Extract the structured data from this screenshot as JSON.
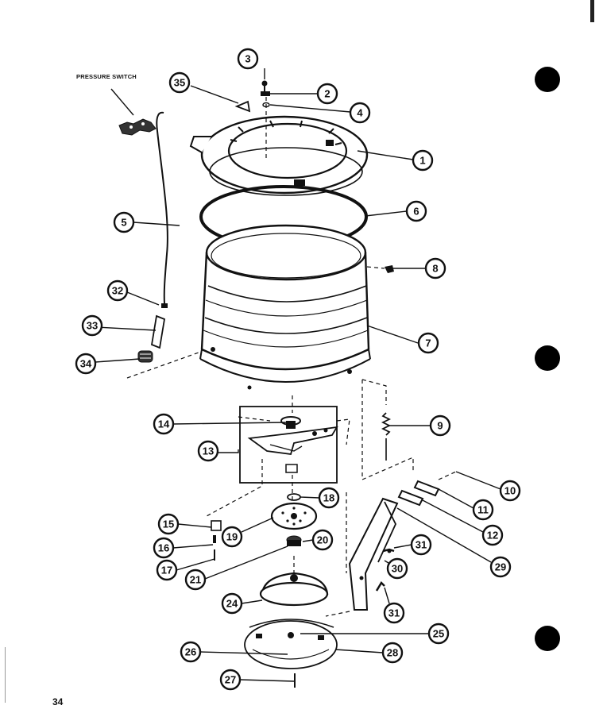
{
  "page": {
    "number": "34"
  },
  "annotation": {
    "pressure_switch": "PRESSURE SWITCH"
  },
  "callouts": [
    "1",
    "2",
    "3",
    "4",
    "5",
    "6",
    "7",
    "8",
    "9",
    "10",
    "11",
    "12",
    "13",
    "14",
    "15",
    "16",
    "17",
    "18",
    "19",
    "20",
    "21",
    "24",
    "25",
    "26",
    "27",
    "28",
    "29",
    "30",
    "31",
    "31",
    "32",
    "33",
    "34",
    "35"
  ],
  "binder_holes": 3
}
